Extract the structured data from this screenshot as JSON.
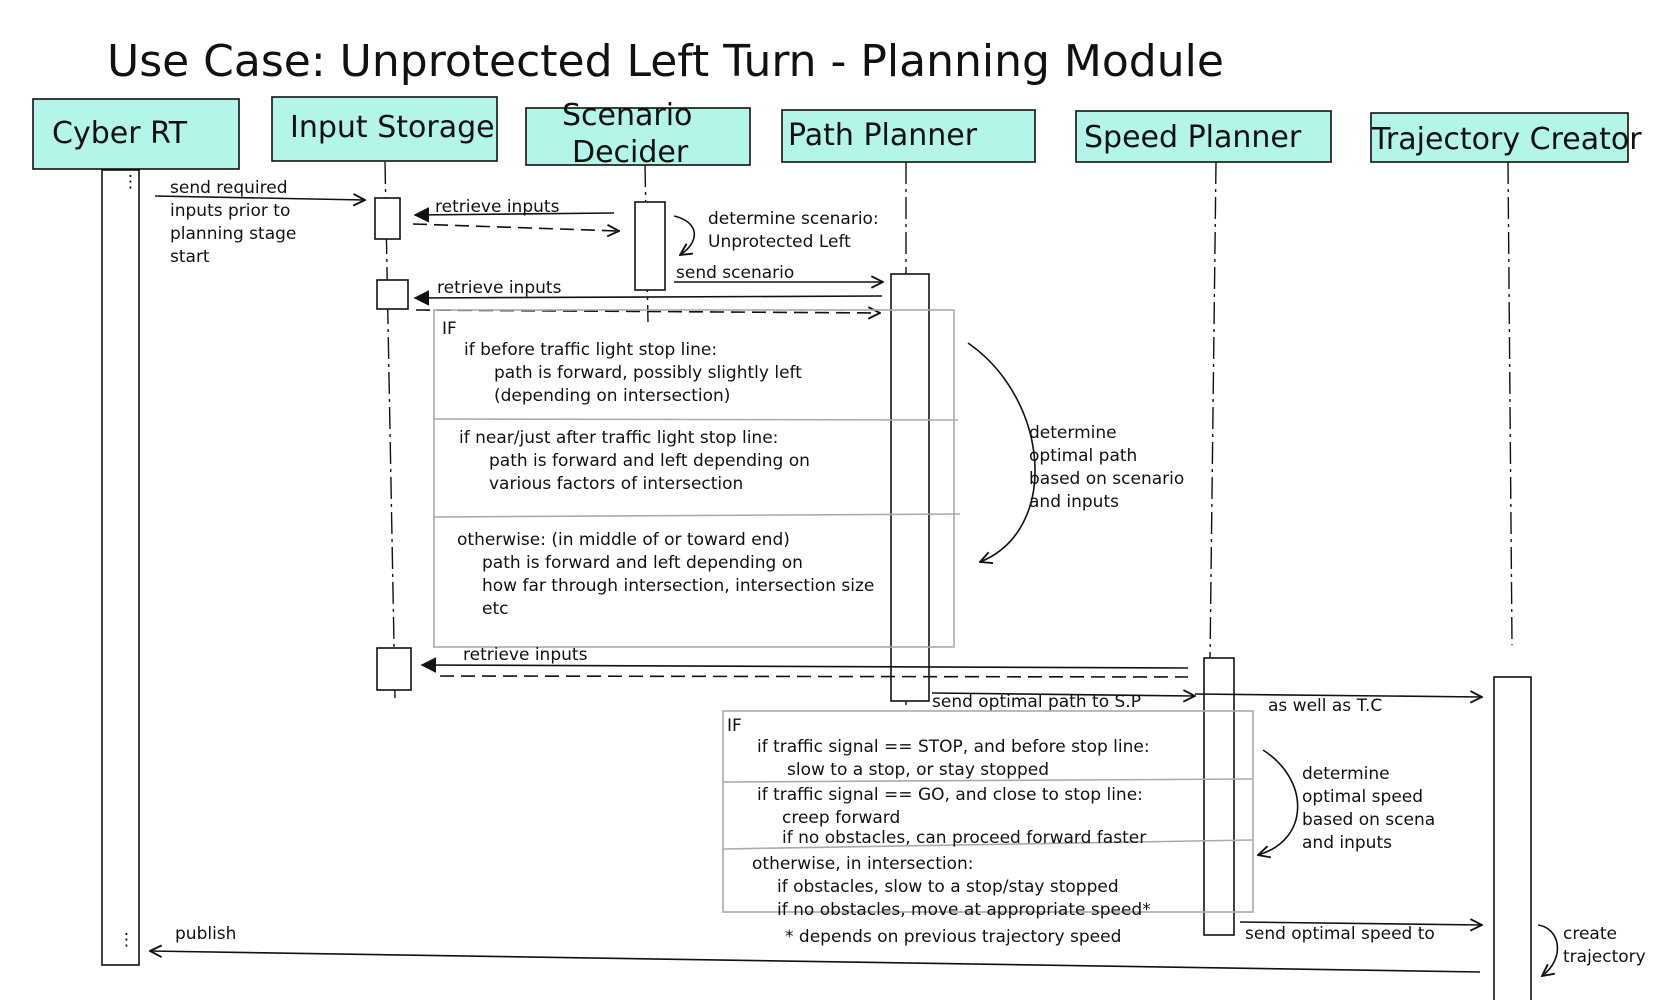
{
  "title": "Use Case: Unprotected Left Turn - Planning Module",
  "participants": {
    "cyber_rt": "Cyber RT",
    "input_storage": "Input Storage",
    "scenario_decider_1": "Scenario",
    "scenario_decider_2": "Decider",
    "path_planner": "Path Planner",
    "speed_planner": "Speed Planner",
    "trajectory_creator": "Trajectory Creator"
  },
  "messages": {
    "send_required": [
      "send required",
      "inputs prior to",
      "planning stage",
      "start"
    ],
    "retrieve_inputs_1": "retrieve inputs",
    "determine_scenario": [
      "determine scenario:",
      "Unprotected Left"
    ],
    "send_scenario": "send scenario",
    "retrieve_inputs_2": "retrieve inputs",
    "retrieve_inputs_3": "retrieve inputs",
    "send_optimal_path": "send optimal path to S.P",
    "as_well_as": "as well as T.C",
    "send_optimal_speed": "send optimal speed to",
    "create_trajectory": [
      "create",
      "trajectory"
    ],
    "publish": "publish"
  },
  "path_frame": {
    "if_label": "IF",
    "section1": [
      "if before traffic light stop line:",
      "path is forward, possibly slightly left",
      "(depending on intersection)"
    ],
    "section2": [
      "if near/just after traffic light stop line:",
      "path is forward and left depending on",
      "various factors of intersection"
    ],
    "section3": [
      "otherwise:  (in middle of or toward end)",
      "path is forward and left depending on",
      "how far through intersection, intersection size",
      "etc"
    ],
    "note": [
      "determine",
      "optimal path",
      "based on scenario",
      "and inputs"
    ]
  },
  "speed_frame": {
    "if_label": "IF",
    "section1": [
      "if traffic signal == STOP, and before stop line:",
      "slow to a stop, or stay stopped"
    ],
    "section2": [
      "if traffic signal == GO, and close to stop line:",
      "creep forward",
      "if no obstacles, can proceed forward faster"
    ],
    "section3": [
      "otherwise, in intersection:",
      "if obstacles, slow to a stop/stay stopped",
      "if no obstacles, move at appropriate speed*"
    ],
    "footnote": "* depends on previous trajectory speed",
    "note": [
      "determine",
      "optimal speed",
      "based on scena",
      "and inputs"
    ]
  }
}
